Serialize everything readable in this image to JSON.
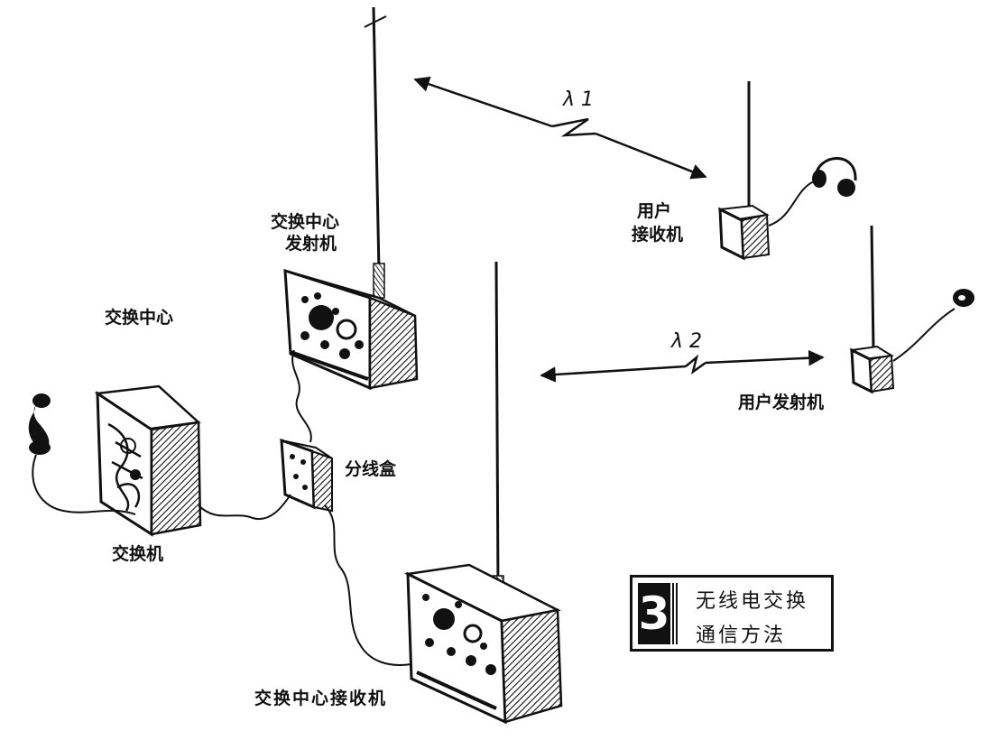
{
  "labels": {
    "center_transmitter": [
      "交换中心",
      "发射机"
    ],
    "exchange_center": "交换中心",
    "user_receiver": [
      "用户",
      "接收机"
    ],
    "user_transmitter": "用户发射机",
    "junction_box": "分线盒",
    "switchboard": "交换机",
    "center_receiver": "交换中心接收机",
    "lambda1": "λ 1",
    "lambda2": "λ 2"
  },
  "caption": {
    "number": "3",
    "line1": "无线电交换",
    "line2": "通信方法"
  }
}
